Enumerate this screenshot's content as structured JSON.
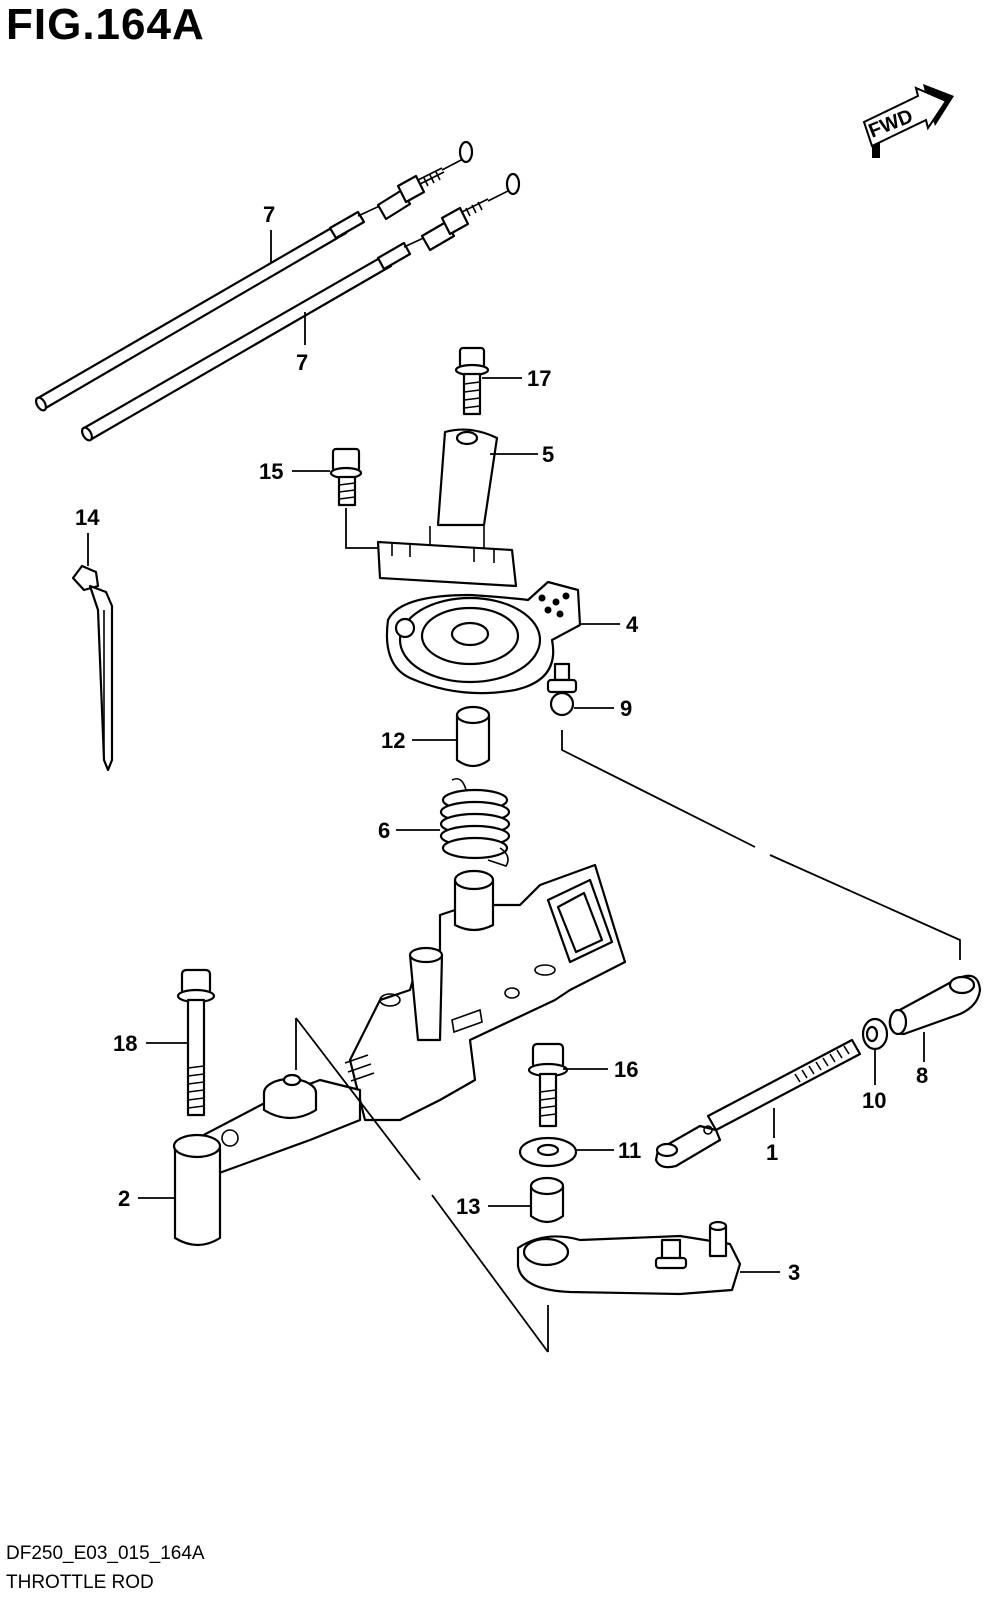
{
  "figure": {
    "title": "FIG.164A",
    "code": "DF250_E03_015_164A",
    "name": "THROTTLE ROD"
  },
  "direction_marker": {
    "label": "FWD",
    "icon": "forward-arrow-icon"
  },
  "callouts": {
    "c1": "1",
    "c2": "2",
    "c3": "3",
    "c4": "4",
    "c5": "5",
    "c6": "6",
    "c7a": "7",
    "c7b": "7",
    "c8": "8",
    "c9": "9",
    "c10": "10",
    "c11": "11",
    "c12": "12",
    "c13": "13",
    "c14": "14",
    "c15": "15",
    "c16": "16",
    "c17": "17",
    "c18": "18"
  }
}
